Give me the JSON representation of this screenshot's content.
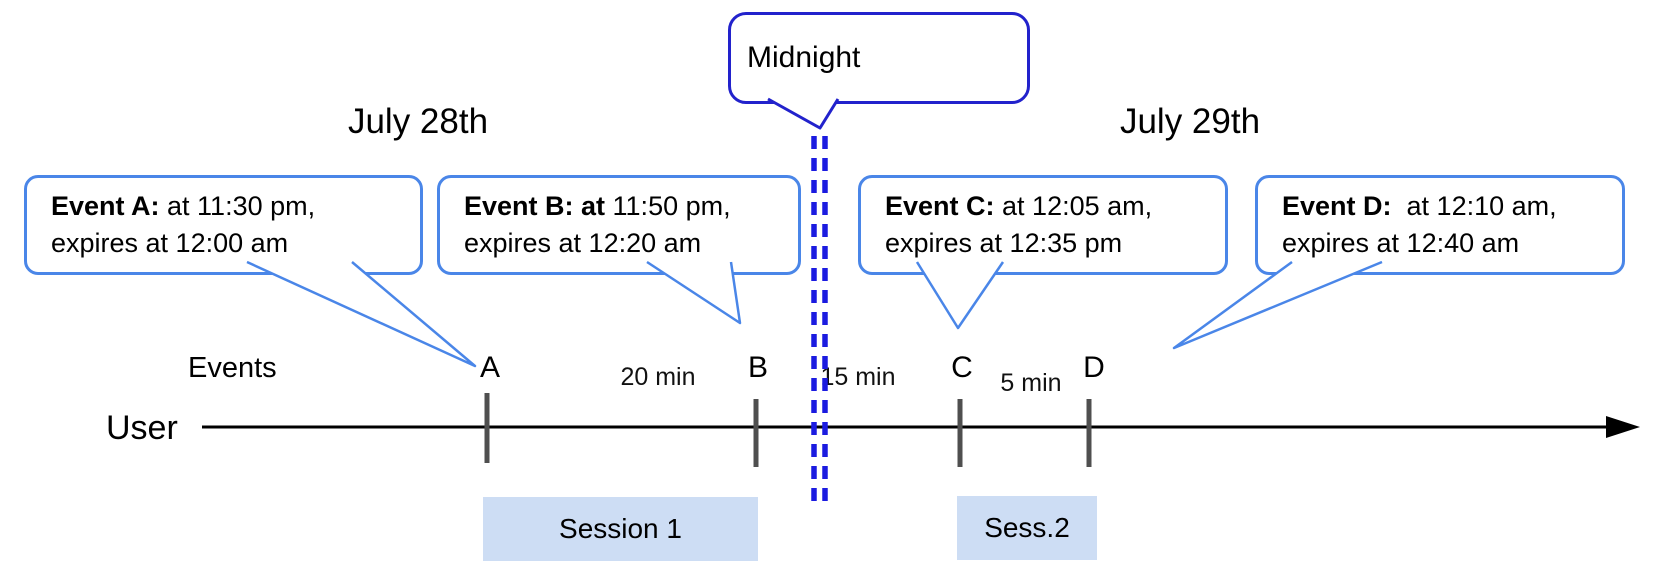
{
  "dates": {
    "left": "July 28th",
    "right": "July 29th"
  },
  "midnight": {
    "label": "Midnight"
  },
  "axis": {
    "events_label": "Events",
    "user_label": "User"
  },
  "events": [
    {
      "tick_label": "A",
      "bold": "Event A:",
      "rest": " at 11:30 pm,",
      "line2": "expires at 12:00 am"
    },
    {
      "tick_label": "B",
      "bold": "Event B: at",
      "rest": " 11:50 pm,",
      "line2": "expires at 12:20 am"
    },
    {
      "tick_label": "C",
      "bold": "Event C:",
      "rest": " at 12:05 am,",
      "line2": "expires at 12:35 pm"
    },
    {
      "tick_label": "D",
      "bold": "Event D:",
      "rest": "  at 12:10 am,",
      "line2": "expires at 12:40 am"
    }
  ],
  "intervals": [
    {
      "label": "20 min"
    },
    {
      "label": "15 min"
    },
    {
      "label": "5 min"
    }
  ],
  "sessions": [
    {
      "label": "Session 1"
    },
    {
      "label": "Sess.2"
    }
  ],
  "colors": {
    "event_callout_border": "#4a86e8",
    "midnight_callout_border": "#2222cc",
    "midnight_dashed_line": "#1b1be0",
    "tick_mark": "#4f4f4f",
    "session_fill": "#cdddf4",
    "timeline": "#000000",
    "text": "#000000"
  }
}
